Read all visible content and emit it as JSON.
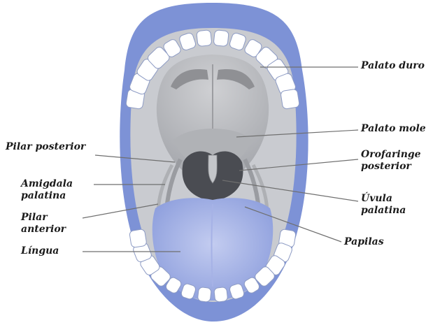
{
  "labels": {
    "palato_duro": "Palato duro",
    "palato_mole": "Palato mole",
    "orofaringe_l1": "Orofaringe",
    "orofaringe_l2": "posterior",
    "uvula_l1": "Úvula",
    "uvula_l2": "palatina",
    "papilas": "Papilas",
    "pilar_posterior": "Pilar posterior",
    "amigdala_l1": "Amigdala",
    "amigdala_l2": "palatina",
    "pilar_anterior_l1": "Pilar",
    "pilar_anterior_l2": "anterior",
    "lingua": "Língua"
  },
  "colors": {
    "lips": "#7d92d6",
    "lips_dark": "#5f75c2",
    "tooth": "#ffffff",
    "tooth_edge": "#8d9bc4",
    "gum": "#c9cbd0",
    "palate": "#b9babd",
    "palate_ridge": "#8f9094",
    "throat": "#4a4c52",
    "tongue": "#9aa9e2",
    "tongue_light": "#b9c4ee",
    "text": "#1a1a1a",
    "leader": "#6f6f6f"
  }
}
